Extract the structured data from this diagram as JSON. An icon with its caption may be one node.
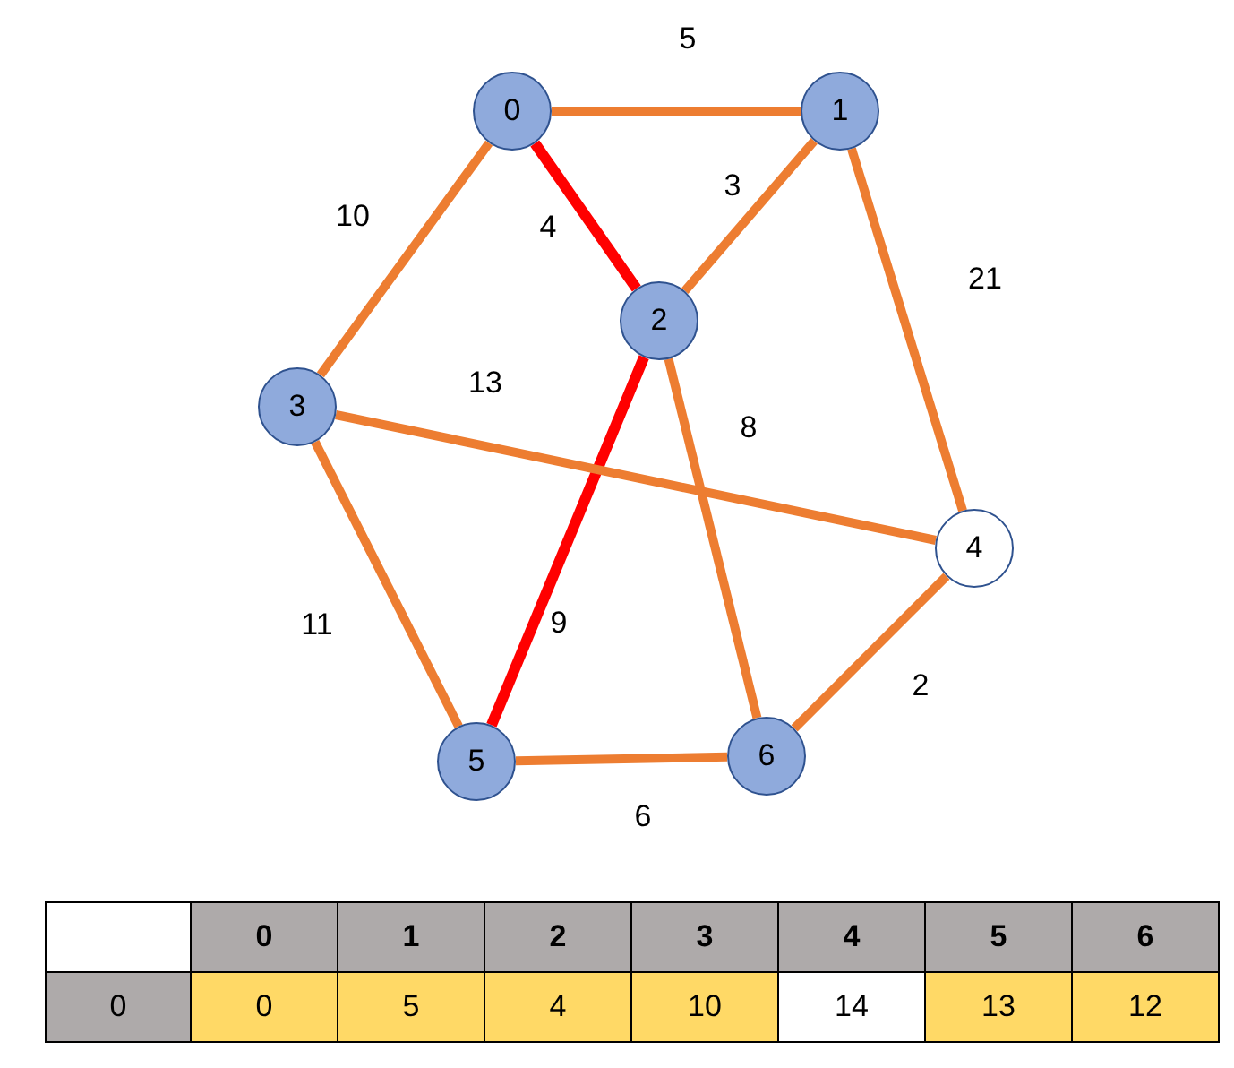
{
  "diagram": {
    "nodes": [
      {
        "text": [
          "0"
        ]
      },
      {
        "text": [
          "1"
        ]
      },
      {
        "text": [
          "2"
        ]
      },
      {
        "text": [
          "3"
        ]
      },
      {
        "text": [
          "4"
        ]
      },
      {
        "text": [
          "5"
        ]
      },
      {
        "text": [
          "6"
        ]
      }
    ],
    "edges": [
      {
        "from": 0,
        "to": 1,
        "arrow": "none",
        "label": "5"
      },
      {
        "from": 0,
        "to": 2,
        "arrow": "none",
        "label": "4",
        "color": "#ff0000"
      },
      {
        "from": 0,
        "to": 3,
        "arrow": "none",
        "label": "10"
      },
      {
        "from": 1,
        "to": 2,
        "arrow": "none",
        "label": "3"
      },
      {
        "from": 1,
        "to": 4,
        "arrow": "none",
        "label": "21"
      },
      {
        "from": 2,
        "to": 5,
        "arrow": "none",
        "label": "9",
        "color": "#ff0000"
      },
      {
        "from": 2,
        "to": 6,
        "arrow": "none",
        "label": "8"
      },
      {
        "from": 3,
        "to": 4,
        "arrow": "none",
        "label": "13"
      },
      {
        "from": 3,
        "to": 5,
        "arrow": "none",
        "label": "11"
      },
      {
        "from": 4,
        "to": 6,
        "arrow": "none",
        "label": "2"
      },
      {
        "from": 5,
        "to": 6,
        "arrow": "none",
        "label": "6"
      }
    ],
    "labels": [
      "0",
      "1",
      "2",
      "3",
      "4",
      "5",
      "6",
      "0",
      "0",
      "5",
      "4",
      "10",
      "14",
      "13",
      "12"
    ]
  }
}
